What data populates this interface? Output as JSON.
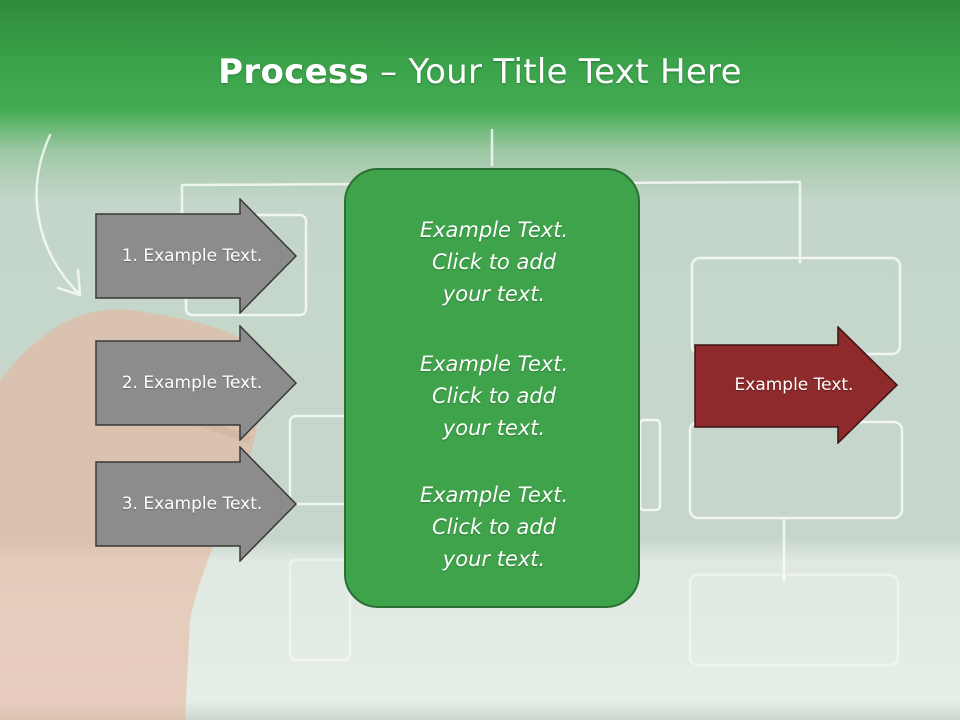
{
  "slide": {
    "title_bold": "Process",
    "title_rest": " – Your Title Text Here"
  },
  "steps": [
    {
      "label": "1. Example Text."
    },
    {
      "label": "2. Example Text."
    },
    {
      "label": "3. Example Text."
    }
  ],
  "center": {
    "blocks": [
      {
        "line1": "Example Text.",
        "line2": "Click  to add",
        "line3": "your text."
      },
      {
        "line1": "Example Text.",
        "line2": "Click  to add",
        "line3": "your text."
      },
      {
        "line1": "Example Text.",
        "line2": "Click  to add",
        "line3": "your text."
      }
    ]
  },
  "output": {
    "label": "Example Text."
  },
  "colors": {
    "header_green": "#3aa24a",
    "center_green": "#3ea34a",
    "step_gray": "#8c8c8c",
    "output_red": "#8e2a2c"
  }
}
